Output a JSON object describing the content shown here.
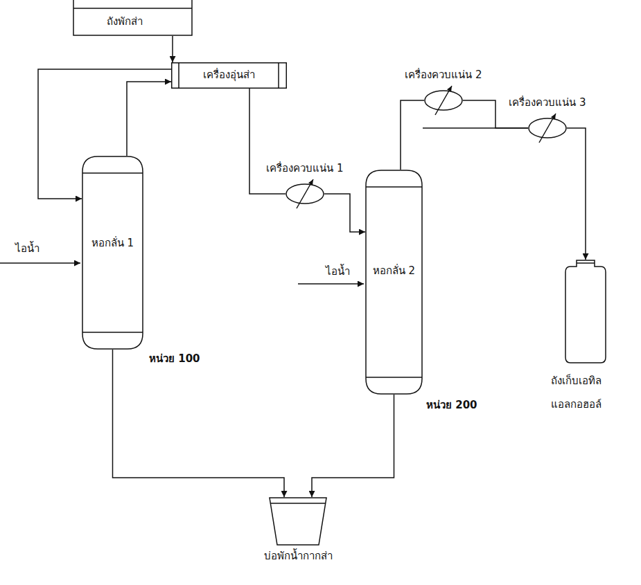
{
  "diagram": {
    "nodes": [
      {
        "text": [
          "ถังพักส่า"
        ]
      },
      {
        "text": [
          "เครื่องอุ่นส่า"
        ]
      },
      {
        "text": [
          "หอกลั่น 1"
        ]
      },
      {
        "text": [
          "เครื่องควบแน่น 1"
        ]
      },
      {
        "text": [
          "หอกลั่น 2"
        ]
      },
      {
        "text": [
          "เครื่องควบแน่น 2"
        ]
      },
      {
        "text": [
          "เครื่องควบแน่น 3"
        ]
      },
      {
        "text": [
          "ถังเก็บเอทิล แอลกอฮอล์"
        ]
      },
      {
        "text": [
          "บ่อพักน้ำกากส่า"
        ]
      }
    ],
    "edges": [
      {
        "from": 0,
        "to": 1,
        "arrow": "to"
      },
      {
        "from": 1,
        "to": 2,
        "arrow": "to"
      },
      {
        "from": 2,
        "to": 1,
        "arrow": "to"
      },
      {
        "from": 1,
        "to": 3,
        "arrow": "none"
      },
      {
        "from": 3,
        "to": 4,
        "arrow": "to"
      },
      {
        "from": 4,
        "to": 5,
        "arrow": "none"
      },
      {
        "from": 5,
        "to": 6,
        "arrow": "none"
      },
      {
        "from": 4,
        "to": 6,
        "arrow": "none"
      },
      {
        "from": 6,
        "to": 7,
        "arrow": "to"
      },
      {
        "from": 2,
        "to": 8,
        "arrow": "to"
      },
      {
        "from": 4,
        "to": 8,
        "arrow": "to"
      }
    ],
    "labels": [
      "ไอน้ำ",
      "หน่วย 100",
      "ไอน้ำ",
      "หน่วย 200"
    ]
  }
}
